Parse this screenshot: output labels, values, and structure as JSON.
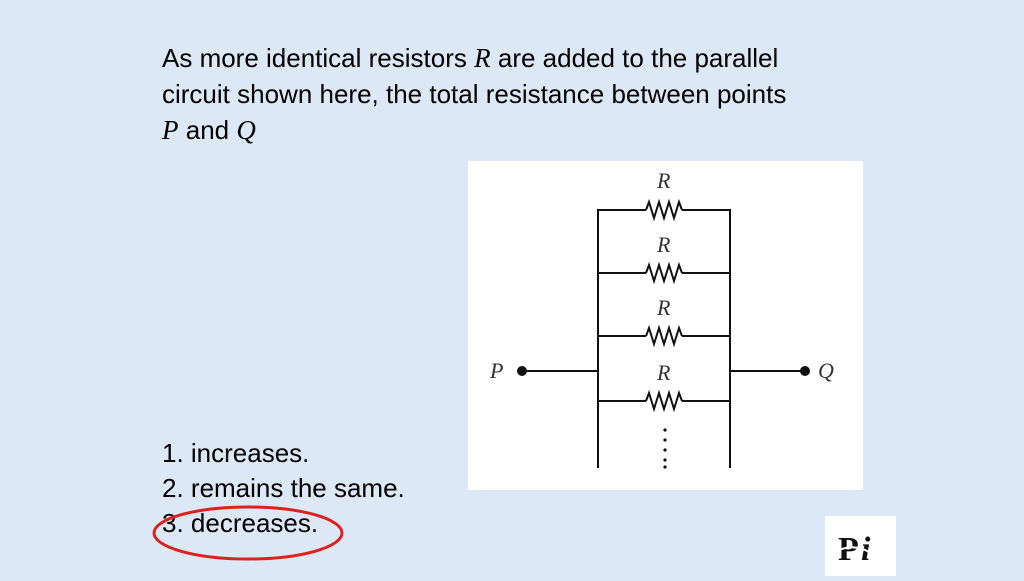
{
  "question": {
    "part1": "As more identical resistors",
    "r_symbol": "R",
    "part2": "are added to the parallel circuit shown here, the total resistance between points",
    "p_symbol": "P",
    "and_word": "and",
    "q_symbol": "Q"
  },
  "diagram": {
    "resistor_labels": [
      "R",
      "R",
      "R",
      "R"
    ],
    "terminal_left": "P",
    "terminal_right": "Q"
  },
  "options": [
    "1. increases.",
    "2. remains the same.",
    "3. decreases."
  ],
  "selected_option": "3. decreases.",
  "colors": {
    "background": "#dce8f5",
    "answer_circle": "#e0201c"
  },
  "logo": {
    "text": "Pi"
  }
}
